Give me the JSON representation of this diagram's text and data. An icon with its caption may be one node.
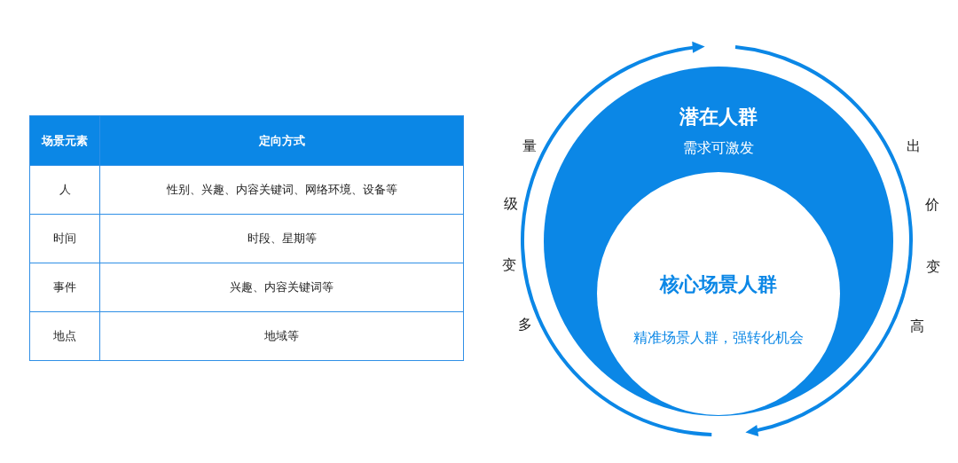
{
  "diagram": {
    "nodes": [
      {
        "text": [
          "潜在人群",
          "需求可激发"
        ]
      },
      {
        "text": [
          "核心场景人群",
          "精准场景人群，强转化机会"
        ],
        "in": 0
      }
    ],
    "labels": [
      "场景元素",
      "定向方式",
      "人",
      "性别、兴趣、内容关键词、网络环境、设备等",
      "时间",
      "时段、星期等",
      "事件",
      "兴趣、内容关键词等",
      "地点",
      "地域等",
      "量",
      "级",
      "变",
      "多",
      "出",
      "价",
      "变",
      "高"
    ]
  }
}
